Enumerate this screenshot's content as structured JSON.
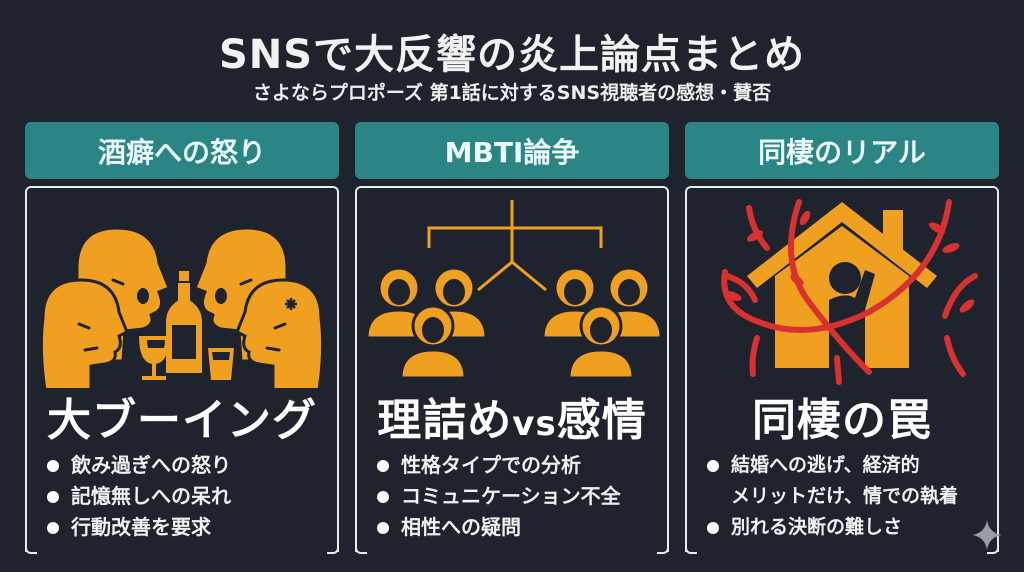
{
  "header": {
    "title": "SNSで大反響の炎上論点まとめ",
    "subtitle": "さよならプロポーズ 第1話に対するSNS視聴者の感想・賛否"
  },
  "colors": {
    "background": "#1e232d",
    "header_box": "#2b8585",
    "accent_orange": "#f0a020",
    "accent_red": "#d93030",
    "card_border": "#e8eaee"
  },
  "columns": [
    {
      "heading": "酒癖への怒り",
      "icon": "angry-drinkers-icon",
      "big_label": "大ブーイング",
      "points": [
        "飲み過ぎへの怒り",
        "記憶無しへの呆れ",
        "行動改善を要求"
      ]
    },
    {
      "heading": "MBTI論争",
      "icon": "split-groups-icon",
      "big_label_a": "理詰め",
      "big_label_vs": "vs",
      "big_label_b": "感情",
      "points": [
        "性格タイプでの分析",
        "コミュニケーション不全",
        "相性への疑問"
      ]
    },
    {
      "heading": "同棲のリアル",
      "icon": "trapped-house-icon",
      "big_label": "同棲の罠",
      "points": [
        "結婚への逃げ、経済的\nメリットだけ、情での執着",
        "別れる決断の難しさ"
      ]
    }
  ],
  "decor": {
    "sparkle_icon": "sparkle-icon"
  }
}
